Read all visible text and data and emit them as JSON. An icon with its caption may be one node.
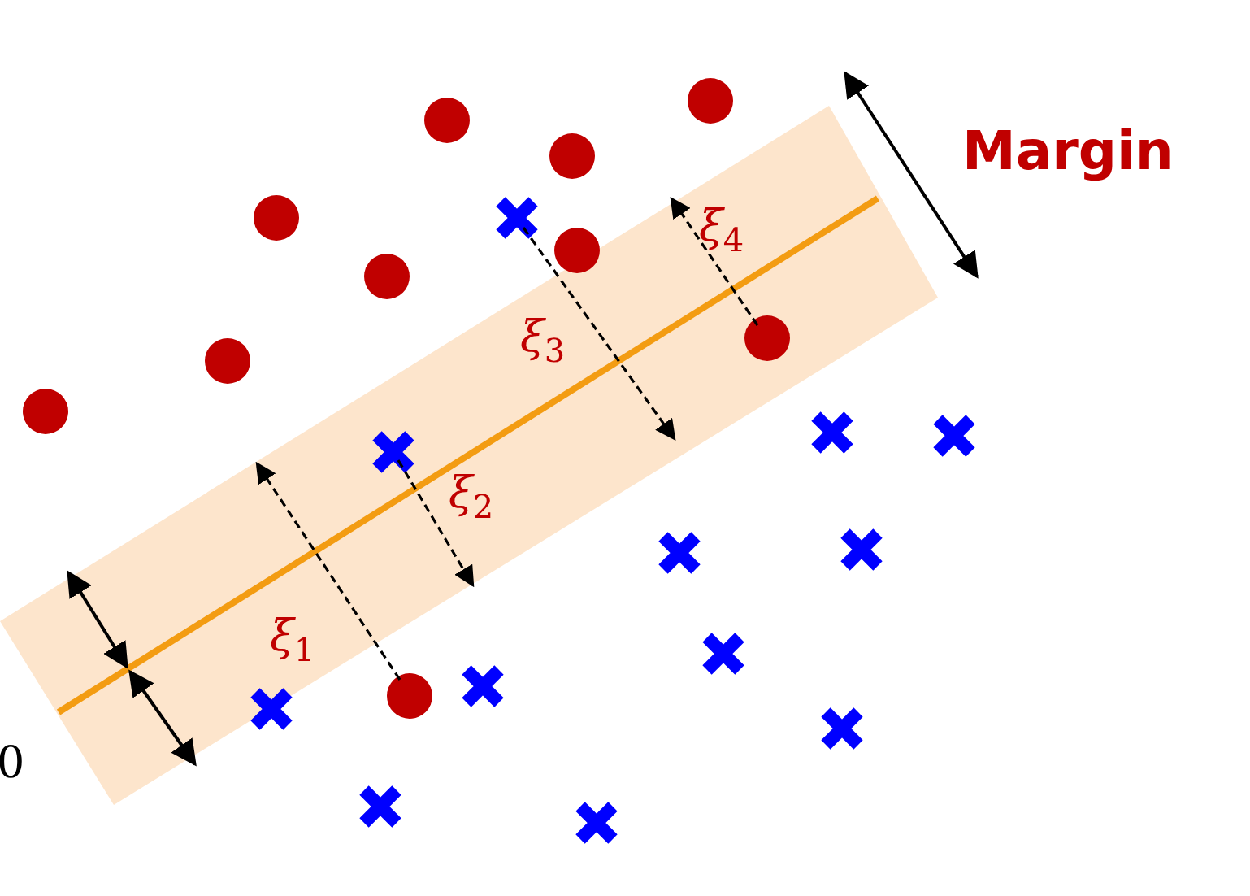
{
  "diagram": {
    "labels": [
      "Margin",
      "ξ$_{4}$",
      "ξ$_{3}$",
      "ξ$_{2}$",
      "ξ$_{1}$",
      "0"
    ]
  }
}
